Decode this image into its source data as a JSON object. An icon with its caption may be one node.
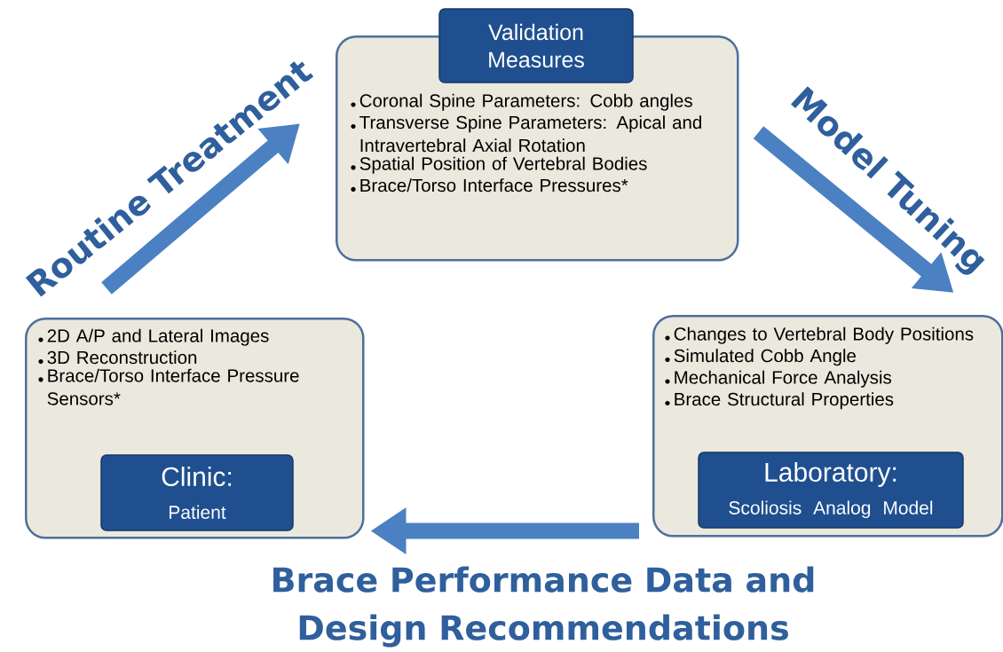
{
  "diagram": {
    "nodes": [
      {
        "text": [
          "Coronal Spine Parameters: Cobb angles",
          "Transverse Spine Parameters: Apical and Intravertebral Axial Rotation",
          "Spatial Position of Vertebral Bodies",
          "Brace/Torso Interface Pressures*"
        ]
      },
      {
        "text": [
          "Validation Measures"
        ]
      },
      {
        "text": [
          "2D A/P and Lateral Images",
          "3D Reconstruction",
          "Brace/Torso Interface Pressure Sensors*"
        ]
      },
      {
        "text": [
          "Clinic:",
          "Patient"
        ],
        "in": 2
      },
      {
        "text": [
          "Changes to Vertebral Body Positions",
          "Simulated Cobb Angle",
          "Mechanical Force Analysis",
          "Brace Structural Properties"
        ]
      },
      {
        "text": [
          "Laboratory:",
          "Scoliosis Analog Model"
        ],
        "in": 4
      }
    ],
    "edges": [
      {
        "from": 2,
        "to": 0,
        "arrow": "to",
        "label": "Routine Treatment"
      },
      {
        "from": 0,
        "to": 4,
        "arrow": "to",
        "label": "Model Tuning"
      },
      {
        "from": 4,
        "to": 2,
        "arrow": "to",
        "label": "Brace Performance Data and Design Recommendations"
      }
    ]
  }
}
